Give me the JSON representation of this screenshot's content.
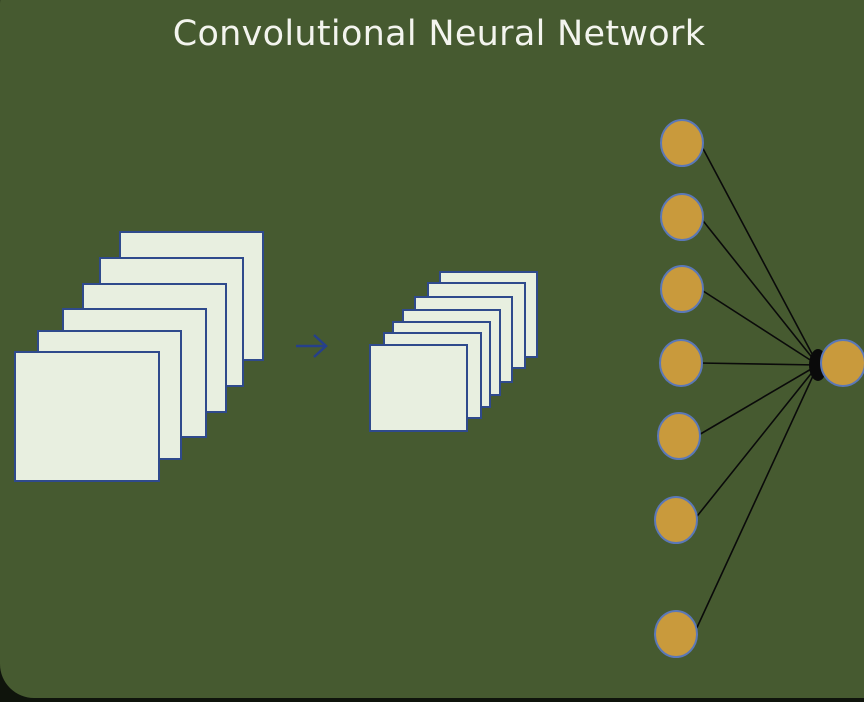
{
  "title": "Convolutional Neural Network",
  "colors": {
    "background": "#465a30",
    "feature_map_fill": "#e8efe0",
    "feature_map_border": "#2f4a8c",
    "neuron_fill": "#c99a3c",
    "neuron_border": "#5b78b8",
    "arrow": "#26408a",
    "connection": "#0a0a0a"
  },
  "diagram": {
    "large_feature_maps": 6,
    "small_feature_maps": 7,
    "arrow_icon": "right-arrow-icon",
    "input_neurons": 7,
    "output_neurons": 1
  }
}
